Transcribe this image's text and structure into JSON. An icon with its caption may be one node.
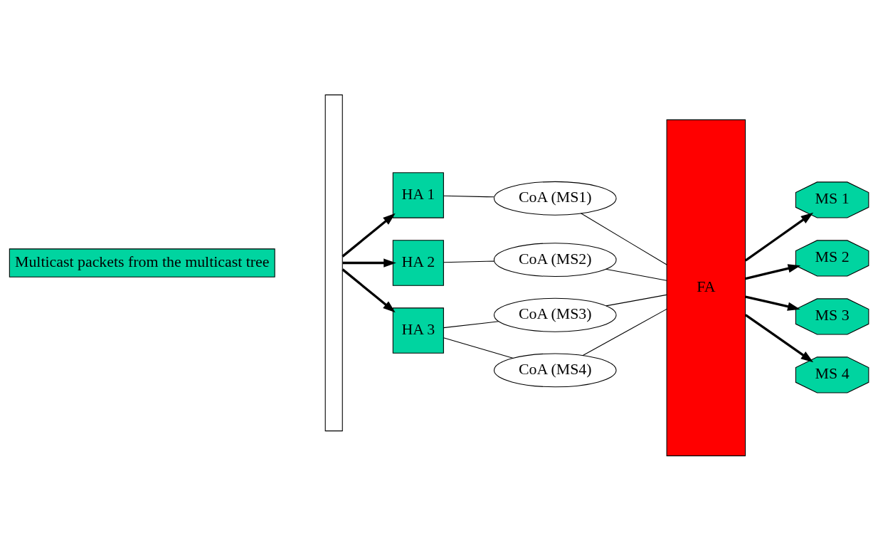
{
  "diagram": {
    "nodes": [
      {
        "text": [
          "Multicast packets from the multicast tree"
        ]
      },
      {
        "text": [],
        "shape": "bar"
      },
      {
        "text": [
          "HA 1"
        ]
      },
      {
        "text": [
          "HA 2"
        ]
      },
      {
        "text": [
          "HA 3"
        ]
      },
      {
        "text": [
          "CoA (MS1)"
        ]
      },
      {
        "text": [
          "CoA (MS2)"
        ]
      },
      {
        "text": [
          "CoA (MS3)"
        ]
      },
      {
        "text": [
          "CoA (MS4)"
        ]
      },
      {
        "text": [
          "FA"
        ]
      },
      {
        "text": [
          "MS 1"
        ]
      },
      {
        "text": [
          "MS 2"
        ]
      },
      {
        "text": [
          "MS 3"
        ]
      },
      {
        "text": [
          "MS 4"
        ]
      }
    ],
    "edges": [
      {
        "from": 1,
        "to": 2,
        "arrow": "to",
        "style": "thick"
      },
      {
        "from": 1,
        "to": 3,
        "arrow": "to",
        "style": "thick"
      },
      {
        "from": 1,
        "to": 4,
        "arrow": "to",
        "style": "thick"
      },
      {
        "from": 2,
        "to": 5,
        "arrow": "none"
      },
      {
        "from": 5,
        "to": 9,
        "arrow": "none"
      },
      {
        "from": 3,
        "to": 6,
        "arrow": "none"
      },
      {
        "from": 6,
        "to": 9,
        "arrow": "none"
      },
      {
        "from": 4,
        "to": 7,
        "arrow": "none"
      },
      {
        "from": 4,
        "to": 8,
        "arrow": "none"
      },
      {
        "from": 7,
        "to": 9,
        "arrow": "none"
      },
      {
        "from": 8,
        "to": 9,
        "arrow": "none"
      },
      {
        "from": 9,
        "to": 10,
        "arrow": "to",
        "style": "thick"
      },
      {
        "from": 9,
        "to": 11,
        "arrow": "to",
        "style": "thick"
      },
      {
        "from": 9,
        "to": 12,
        "arrow": "to",
        "style": "thick"
      },
      {
        "from": 9,
        "to": 13,
        "arrow": "to",
        "style": "thick"
      }
    ]
  }
}
